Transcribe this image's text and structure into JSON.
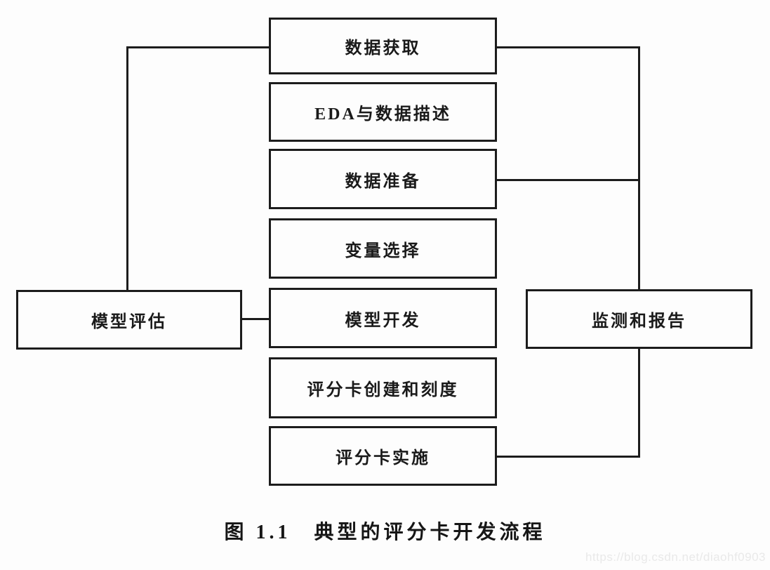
{
  "figure": {
    "steps": [
      "数据获取",
      "EDA与数据描述",
      "数据准备",
      "变量选择",
      "模型开发",
      "评分卡创建和刻度",
      "评分卡实施"
    ],
    "left_box": "模型评估",
    "right_box": "监测和报告",
    "caption": "图 1.1　典型的评分卡开发流程",
    "watermark": "https://blog.csdn.net/diaohf0903"
  },
  "colors": {
    "line": "#1c1c1c",
    "text": "#1a1a1a",
    "watermark": "#e9e9e9",
    "background": "#fdfdfd"
  }
}
